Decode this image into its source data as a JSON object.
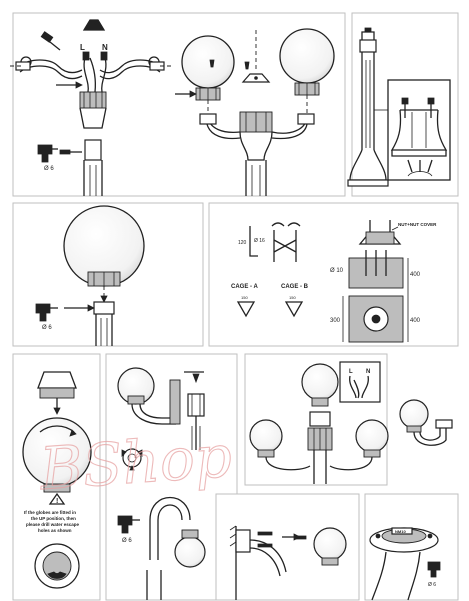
{
  "labels": {
    "live": "L",
    "neutral": "N",
    "diameter_hole": "Ø 10",
    "cage_a": "CAGE - A",
    "cage_b": "CAGE - B",
    "dim_120": "120",
    "dim_150": "150",
    "dim_400_a": "400",
    "dim_400_b": "400",
    "dim_300": "300",
    "nut_cover": "NUT+NUT COVER",
    "drill_size": "Ø 6",
    "size_m16": "Ø 16",
    "warning_line1": "If the globes are fitted in",
    "warning_line2": "the UP position, then",
    "warning_line3": "please drill water escape",
    "warning_line4": "holes as shown",
    "cap_label": "NM10",
    "watermark": "BShop"
  },
  "icons": [
    "screwdriver-icon",
    "drill-icon",
    "warning-icon",
    "arrow-icon"
  ],
  "colors": {
    "line": "#222222",
    "panel_border": "#bfbfbf",
    "watermark": "#e7a3a3",
    "grey_fill": "#bdbdbd"
  }
}
